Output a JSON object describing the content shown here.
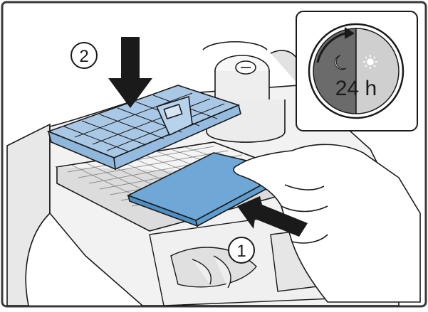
{
  "illustration": {
    "step_labels": [
      "1",
      "2"
    ],
    "inset": {
      "duration_text": "24 h",
      "moon_icon": "moon-icon",
      "sun_icon": "sun-icon"
    },
    "colors": {
      "frame": "#3a3a3a",
      "filter_blue": "#6fa8d6",
      "tray_blue": "#a8c8e6",
      "outline": "#1a1a1a",
      "machine_gray": "#e4e4e4",
      "inset_dark": "#6b6b6b",
      "inset_light": "#cfcfcf"
    }
  }
}
